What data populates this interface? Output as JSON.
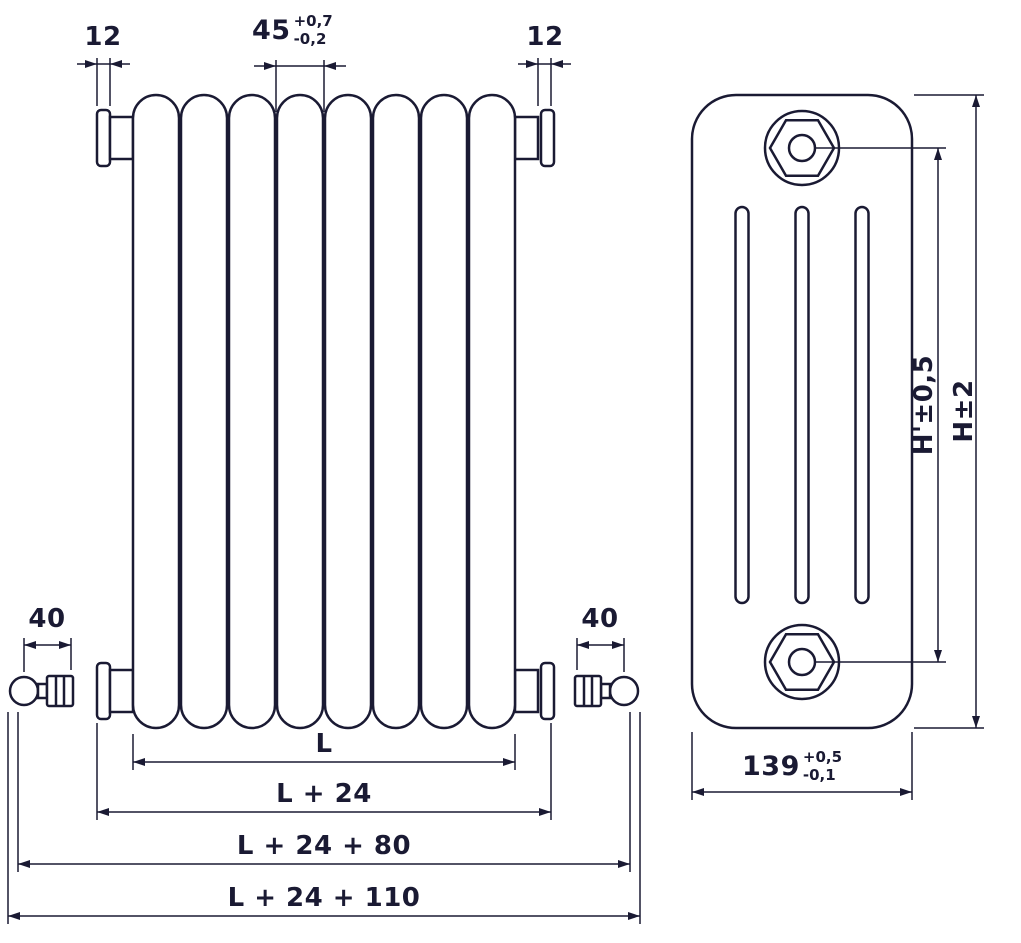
{
  "colors": {
    "line": "#1a1a33",
    "background": "#ffffff"
  },
  "dimensions": {
    "cap_left": "12",
    "cap_right": "12",
    "pitch": {
      "value": "45",
      "tol_plus": "+0,7",
      "tol_minus": "-0,2"
    },
    "valve_left": "40",
    "valve_right": "40",
    "length": "L",
    "length_plus_caps": "L + 24",
    "length_plus_valves": "L + 24 + 80",
    "length_overall": "L + 24 + 110",
    "height_connections": "H'±0,5",
    "height_overall": "H±2",
    "depth": {
      "value": "139",
      "tol_plus": "+0,5",
      "tol_minus": "-0,1"
    }
  }
}
